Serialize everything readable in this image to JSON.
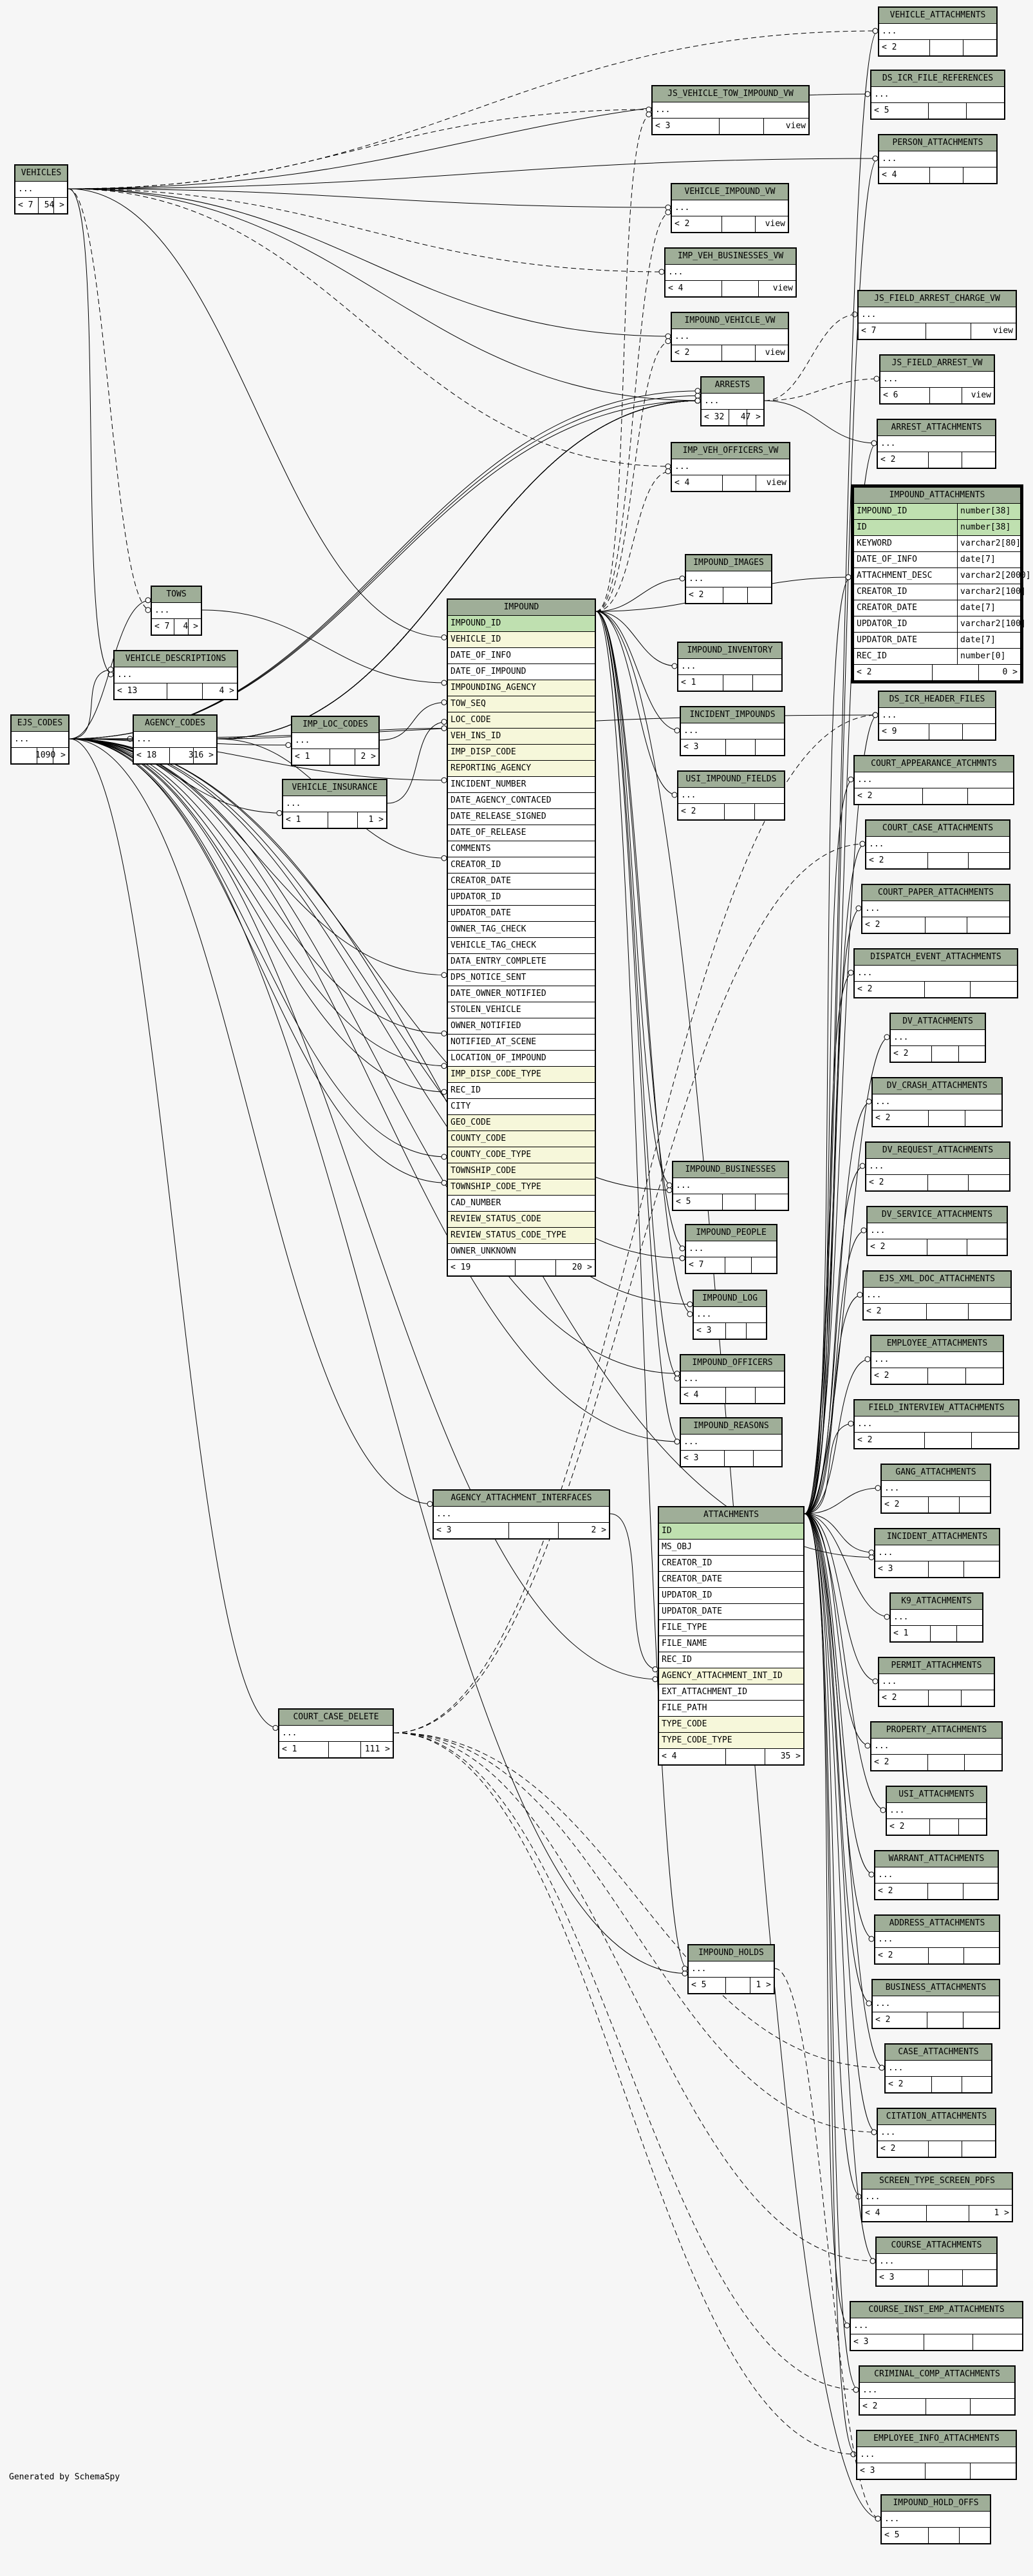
{
  "footer_text": "Generated by SchemaSpy",
  "ellipsis": "...",
  "tables": [
    {
      "id": "VEHICLES",
      "name": "VEHICLES",
      "left": "< 7",
      "right": "54 >"
    },
    {
      "id": "EJS_CODES",
      "name": "EJS_CODES",
      "left": "",
      "right": "1090 >"
    },
    {
      "id": "TOWS",
      "name": "TOWS",
      "left": "< 7",
      "right": "4 >"
    },
    {
      "id": "VEHICLE_DESCRIPTIONS",
      "name": "VEHICLE_DESCRIPTIONS",
      "left": "< 13",
      "right": "4 >"
    },
    {
      "id": "AGENCY_CODES",
      "name": "AGENCY_CODES",
      "left": "< 18",
      "right": "316 >"
    },
    {
      "id": "IMP_LOC_CODES",
      "name": "IMP_LOC_CODES",
      "left": "< 1",
      "right": "2 >"
    },
    {
      "id": "VEHICLE_INSURANCE",
      "name": "VEHICLE_INSURANCE",
      "left": "< 1",
      "right": "1 >"
    },
    {
      "id": "JS_VEHICLE_TOW_IMPOUND_VW",
      "name": "JS_VEHICLE_TOW_IMPOUND_VW",
      "left": "< 3",
      "right": "view"
    },
    {
      "id": "VEHICLE_IMPOUND_VW",
      "name": "VEHICLE_IMPOUND_VW",
      "left": "< 2",
      "right": "view"
    },
    {
      "id": "IMP_VEH_BUSINESSES_VW",
      "name": "IMP_VEH_BUSINESSES_VW",
      "left": "< 4",
      "right": "view"
    },
    {
      "id": "IMPOUND_VEHICLE_VW",
      "name": "IMPOUND_VEHICLE_VW",
      "left": "< 2",
      "right": "view"
    },
    {
      "id": "ARRESTS",
      "name": "ARRESTS",
      "left": "< 32",
      "right": "47 >"
    },
    {
      "id": "IMP_VEH_OFFICERS_VW",
      "name": "IMP_VEH_OFFICERS_VW",
      "left": "< 4",
      "right": "view"
    },
    {
      "id": "IMPOUND_IMAGES",
      "name": "IMPOUND_IMAGES",
      "left": "< 2",
      "right": ""
    },
    {
      "id": "IMPOUND_INVENTORY",
      "name": "IMPOUND_INVENTORY",
      "left": "< 1",
      "right": ""
    },
    {
      "id": "INCIDENT_IMPOUNDS",
      "name": "INCIDENT_IMPOUNDS",
      "left": "< 3",
      "right": ""
    },
    {
      "id": "USI_IMPOUND_FIELDS",
      "name": "USI_IMPOUND_FIELDS",
      "left": "< 2",
      "right": ""
    },
    {
      "id": "IMPOUND_BUSINESSES",
      "name": "IMPOUND_BUSINESSES",
      "left": "< 5",
      "right": ""
    },
    {
      "id": "IMPOUND_PEOPLE",
      "name": "IMPOUND_PEOPLE",
      "left": "< 7",
      "right": ""
    },
    {
      "id": "IMPOUND_LOG",
      "name": "IMPOUND_LOG",
      "left": "< 3",
      "right": ""
    },
    {
      "id": "IMPOUND_OFFICERS",
      "name": "IMPOUND_OFFICERS",
      "left": "< 4",
      "right": ""
    },
    {
      "id": "IMPOUND_REASONS",
      "name": "IMPOUND_REASONS",
      "left": "< 3",
      "right": ""
    },
    {
      "id": "AGENCY_ATTACHMENT_INTERFACES",
      "name": "AGENCY_ATTACHMENT_INTERFACES",
      "left": "< 3",
      "right": "2 >"
    },
    {
      "id": "COURT_CASE_DELETE",
      "name": "COURT_CASE_DELETE",
      "left": "< 1",
      "right": "111 >"
    },
    {
      "id": "IMPOUND_HOLDS",
      "name": "IMPOUND_HOLDS",
      "left": "< 5",
      "right": "1 >"
    },
    {
      "id": "VEHICLE_ATTACHMENTS",
      "name": "VEHICLE_ATTACHMENTS",
      "left": "< 2",
      "right": ""
    },
    {
      "id": "DS_ICR_FILE_REFERENCES",
      "name": "DS_ICR_FILE_REFERENCES",
      "left": "< 5",
      "right": ""
    },
    {
      "id": "PERSON_ATTACHMENTS",
      "name": "PERSON_ATTACHMENTS",
      "left": "< 4",
      "right": ""
    },
    {
      "id": "JS_FIELD_ARREST_CHARGE_VW",
      "name": "JS_FIELD_ARREST_CHARGE_VW",
      "left": "< 7",
      "right": "view"
    },
    {
      "id": "JS_FIELD_ARREST_VW",
      "name": "JS_FIELD_ARREST_VW",
      "left": "< 6",
      "right": "view"
    },
    {
      "id": "ARREST_ATTACHMENTS",
      "name": "ARREST_ATTACHMENTS",
      "left": "< 2",
      "right": ""
    },
    {
      "id": "DS_ICR_HEADER_FILES",
      "name": "DS_ICR_HEADER_FILES",
      "left": "< 9",
      "right": ""
    },
    {
      "id": "COURT_APPEARANCE_ATCHMNTS",
      "name": "COURT_APPEARANCE_ATCHMNTS",
      "left": "< 2",
      "right": ""
    },
    {
      "id": "COURT_CASE_ATTACHMENTS",
      "name": "COURT_CASE_ATTACHMENTS",
      "left": "< 2",
      "right": ""
    },
    {
      "id": "COURT_PAPER_ATTACHMENTS",
      "name": "COURT_PAPER_ATTACHMENTS",
      "left": "< 2",
      "right": ""
    },
    {
      "id": "DISPATCH_EVENT_ATTACHMENTS",
      "name": "DISPATCH_EVENT_ATTACHMENTS",
      "left": "< 2",
      "right": ""
    },
    {
      "id": "DV_ATTACHMENTS",
      "name": "DV_ATTACHMENTS",
      "left": "< 2",
      "right": ""
    },
    {
      "id": "DV_CRASH_ATTACHMENTS",
      "name": "DV_CRASH_ATTACHMENTS",
      "left": "< 2",
      "right": ""
    },
    {
      "id": "DV_REQUEST_ATTACHMENTS",
      "name": "DV_REQUEST_ATTACHMENTS",
      "left": "< 2",
      "right": ""
    },
    {
      "id": "DV_SERVICE_ATTACHMENTS",
      "name": "DV_SERVICE_ATTACHMENTS",
      "left": "< 2",
      "right": ""
    },
    {
      "id": "EJS_XML_DOC_ATTACHMENTS",
      "name": "EJS_XML_DOC_ATTACHMENTS",
      "left": "< 2",
      "right": ""
    },
    {
      "id": "EMPLOYEE_ATTACHMENTS",
      "name": "EMPLOYEE_ATTACHMENTS",
      "left": "< 2",
      "right": ""
    },
    {
      "id": "FIELD_INTERVIEW_ATTACHMENTS",
      "name": "FIELD_INTERVIEW_ATTACHMENTS",
      "left": "< 2",
      "right": ""
    },
    {
      "id": "GANG_ATTACHMENTS",
      "name": "GANG_ATTACHMENTS",
      "left": "< 2",
      "right": ""
    },
    {
      "id": "INCIDENT_ATTACHMENTS",
      "name": "INCIDENT_ATTACHMENTS",
      "left": "< 3",
      "right": ""
    },
    {
      "id": "K9_ATTACHMENTS",
      "name": "K9_ATTACHMENTS",
      "left": "< 1",
      "right": ""
    },
    {
      "id": "PERMIT_ATTACHMENTS",
      "name": "PERMIT_ATTACHMENTS",
      "left": "< 2",
      "right": ""
    },
    {
      "id": "PROPERTY_ATTACHMENTS",
      "name": "PROPERTY_ATTACHMENTS",
      "left": "< 2",
      "right": ""
    },
    {
      "id": "USI_ATTACHMENTS",
      "name": "USI_ATTACHMENTS",
      "left": "< 2",
      "right": ""
    },
    {
      "id": "WARRANT_ATTACHMENTS",
      "name": "WARRANT_ATTACHMENTS",
      "left": "< 2",
      "right": ""
    },
    {
      "id": "ADDRESS_ATTACHMENTS",
      "name": "ADDRESS_ATTACHMENTS",
      "left": "< 2",
      "right": ""
    },
    {
      "id": "BUSINESS_ATTACHMENTS",
      "name": "BUSINESS_ATTACHMENTS",
      "left": "< 2",
      "right": ""
    },
    {
      "id": "CASE_ATTACHMENTS",
      "name": "CASE_ATTACHMENTS",
      "left": "< 2",
      "right": ""
    },
    {
      "id": "CITATION_ATTACHMENTS",
      "name": "CITATION_ATTACHMENTS",
      "left": "< 2",
      "right": ""
    },
    {
      "id": "SCREEN_TYPE_SCREEN_PDFS",
      "name": "SCREEN_TYPE_SCREEN_PDFS",
      "left": "< 4",
      "right": "1 >"
    },
    {
      "id": "COURSE_ATTACHMENTS",
      "name": "COURSE_ATTACHMENTS",
      "left": "< 3",
      "right": ""
    },
    {
      "id": "COURSE_INST_EMP_ATTACHMENTS",
      "name": "COURSE_INST_EMP_ATTACHMENTS",
      "left": "< 3",
      "right": ""
    },
    {
      "id": "CRIMINAL_COMP_ATTACHMENTS",
      "name": "CRIMINAL_COMP_ATTACHMENTS",
      "left": "< 2",
      "right": ""
    },
    {
      "id": "EMPLOYEE_INFO_ATTACHMENTS",
      "name": "EMPLOYEE_INFO_ATTACHMENTS",
      "left": "< 3",
      "right": ""
    },
    {
      "id": "IMPOUND_HOLD_OFFS",
      "name": "IMPOUND_HOLD_OFFS",
      "left": "< 5",
      "right": ""
    }
  ],
  "impound": {
    "name": "IMPOUND",
    "columns": [
      {
        "n": "IMPOUND_ID",
        "k": "pk"
      },
      {
        "n": "VEHICLE_ID",
        "k": "fk"
      },
      {
        "n": "DATE_OF_INFO",
        "k": ""
      },
      {
        "n": "DATE_OF_IMPOUND",
        "k": ""
      },
      {
        "n": "IMPOUNDING_AGENCY",
        "k": "fk"
      },
      {
        "n": "TOW_SEQ",
        "k": "fk"
      },
      {
        "n": "LOC_CODE",
        "k": "fk"
      },
      {
        "n": "VEH_INS_ID",
        "k": "fk"
      },
      {
        "n": "IMP_DISP_CODE",
        "k": "fk"
      },
      {
        "n": "REPORTING_AGENCY",
        "k": "fk"
      },
      {
        "n": "INCIDENT_NUMBER",
        "k": ""
      },
      {
        "n": "DATE_AGENCY_CONTACED",
        "k": ""
      },
      {
        "n": "DATE_RELEASE_SIGNED",
        "k": ""
      },
      {
        "n": "DATE_OF_RELEASE",
        "k": ""
      },
      {
        "n": "COMMENTS",
        "k": ""
      },
      {
        "n": "CREATOR_ID",
        "k": ""
      },
      {
        "n": "CREATOR_DATE",
        "k": ""
      },
      {
        "n": "UPDATOR_ID",
        "k": ""
      },
      {
        "n": "UPDATOR_DATE",
        "k": ""
      },
      {
        "n": "OWNER_TAG_CHECK",
        "k": ""
      },
      {
        "n": "VEHICLE_TAG_CHECK",
        "k": ""
      },
      {
        "n": "DATA_ENTRY_COMPLETE",
        "k": ""
      },
      {
        "n": "DPS_NOTICE_SENT",
        "k": ""
      },
      {
        "n": "DATE_OWNER_NOTIFIED",
        "k": ""
      },
      {
        "n": "STOLEN_VEHICLE",
        "k": ""
      },
      {
        "n": "OWNER_NOTIFIED",
        "k": ""
      },
      {
        "n": "NOTIFIED_AT_SCENE",
        "k": ""
      },
      {
        "n": "LOCATION_OF_IMPOUND",
        "k": ""
      },
      {
        "n": "IMP_DISP_CODE_TYPE",
        "k": "fk"
      },
      {
        "n": "REC_ID",
        "k": ""
      },
      {
        "n": "CITY",
        "k": ""
      },
      {
        "n": "GEO_CODE",
        "k": "fk"
      },
      {
        "n": "COUNTY_CODE",
        "k": "fk"
      },
      {
        "n": "COUNTY_CODE_TYPE",
        "k": "fk"
      },
      {
        "n": "TOWNSHIP_CODE",
        "k": "fk"
      },
      {
        "n": "TOWNSHIP_CODE_TYPE",
        "k": "fk"
      },
      {
        "n": "CAD_NUMBER",
        "k": ""
      },
      {
        "n": "REVIEW_STATUS_CODE",
        "k": "fk"
      },
      {
        "n": "REVIEW_STATUS_CODE_TYPE",
        "k": "fk"
      },
      {
        "n": "OWNER_UNKNOWN",
        "k": ""
      }
    ],
    "left": "< 19",
    "right": "20 >"
  },
  "attachments": {
    "name": "ATTACHMENTS",
    "columns": [
      {
        "n": "ID",
        "k": "pk"
      },
      {
        "n": "MS_OBJ",
        "k": ""
      },
      {
        "n": "CREATOR_ID",
        "k": ""
      },
      {
        "n": "CREATOR_DATE",
        "k": ""
      },
      {
        "n": "UPDATOR_ID",
        "k": ""
      },
      {
        "n": "UPDATOR_DATE",
        "k": ""
      },
      {
        "n": "FILE_TYPE",
        "k": ""
      },
      {
        "n": "FILE_NAME",
        "k": ""
      },
      {
        "n": "REC_ID",
        "k": ""
      },
      {
        "n": "AGENCY_ATTACHMENT_INT_ID",
        "k": "fk"
      },
      {
        "n": "EXT_ATTACHMENT_ID",
        "k": ""
      },
      {
        "n": "FILE_PATH",
        "k": ""
      },
      {
        "n": "TYPE_CODE",
        "k": "fk"
      },
      {
        "n": "TYPE_CODE_TYPE",
        "k": "fk"
      }
    ],
    "left": "< 4",
    "right": "35 >"
  },
  "impound_attachments": {
    "name": "IMPOUND_ATTACHMENTS",
    "columns": [
      {
        "n": "IMPOUND_ID",
        "t": "number[38]",
        "k": "pk"
      },
      {
        "n": "ID",
        "t": "number[38]",
        "k": "pk"
      },
      {
        "n": "KEYWORD",
        "t": "varchar2[80]",
        "k": ""
      },
      {
        "n": "DATE_OF_INFO",
        "t": "date[7]",
        "k": ""
      },
      {
        "n": "ATTACHMENT_DESC",
        "t": "varchar2[2000]",
        "k": ""
      },
      {
        "n": "CREATOR_ID",
        "t": "varchar2[100]",
        "k": ""
      },
      {
        "n": "CREATOR_DATE",
        "t": "date[7]",
        "k": ""
      },
      {
        "n": "UPDATOR_ID",
        "t": "varchar2[100]",
        "k": ""
      },
      {
        "n": "UPDATOR_DATE",
        "t": "date[7]",
        "k": ""
      },
      {
        "n": "REC_ID",
        "t": "number[0]",
        "k": ""
      }
    ],
    "left": "< 2",
    "right": "0 >"
  }
}
